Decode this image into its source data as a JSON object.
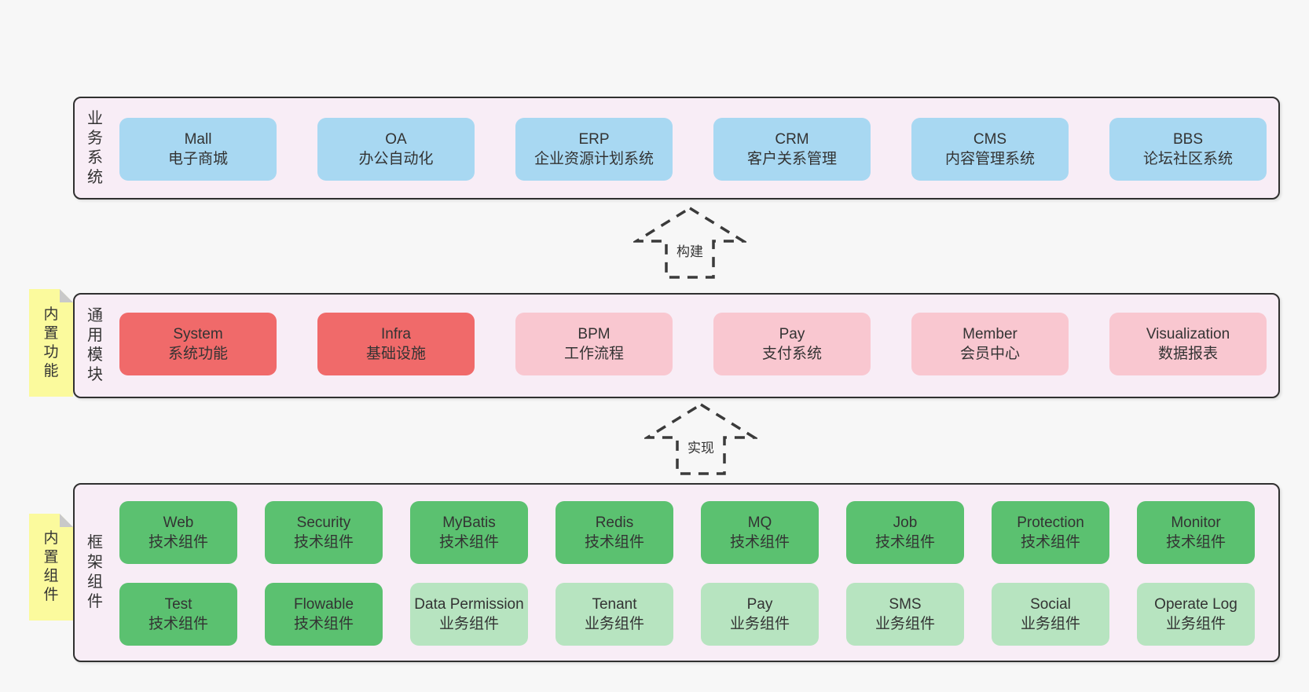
{
  "diagram": {
    "layers": [
      {
        "label": "业务系统",
        "boxes": [
          {
            "title": "Mall",
            "subtitle": "电子商城"
          },
          {
            "title": "OA",
            "subtitle": "办公自动化"
          },
          {
            "title": "ERP",
            "subtitle": "企业资源计划系统"
          },
          {
            "title": "CRM",
            "subtitle": "客户关系管理"
          },
          {
            "title": "CMS",
            "subtitle": "内容管理系统"
          },
          {
            "title": "BBS",
            "subtitle": "论坛社区系统"
          }
        ]
      },
      {
        "label": "通用模块",
        "note": "内置功能",
        "boxes": [
          {
            "title": "System",
            "subtitle": "系统功能"
          },
          {
            "title": "Infra",
            "subtitle": "基础设施"
          },
          {
            "title": "BPM",
            "subtitle": "工作流程"
          },
          {
            "title": "Pay",
            "subtitle": "支付系统"
          },
          {
            "title": "Member",
            "subtitle": "会员中心"
          },
          {
            "title": "Visualization",
            "subtitle": "数据报表"
          }
        ]
      },
      {
        "label": "框架组件",
        "note": "内置组件",
        "rows": [
          {
            "boxes": [
              {
                "title": "Web",
                "subtitle": "技术组件"
              },
              {
                "title": "Security",
                "subtitle": "技术组件"
              },
              {
                "title": "MyBatis",
                "subtitle": "技术组件"
              },
              {
                "title": "Redis",
                "subtitle": "技术组件"
              },
              {
                "title": "MQ",
                "subtitle": "技术组件"
              },
              {
                "title": "Job",
                "subtitle": "技术组件"
              },
              {
                "title": "Protection",
                "subtitle": "技术组件"
              },
              {
                "title": "Monitor",
                "subtitle": "技术组件"
              }
            ]
          },
          {
            "boxes": [
              {
                "title": "Test",
                "subtitle": "技术组件"
              },
              {
                "title": "Flowable",
                "subtitle": "技术组件"
              },
              {
                "title": "Data Permission",
                "subtitle": "业务组件"
              },
              {
                "title": "Tenant",
                "subtitle": "业务组件"
              },
              {
                "title": "Pay",
                "subtitle": "业务组件"
              },
              {
                "title": "SMS",
                "subtitle": "业务组件"
              },
              {
                "title": "Social",
                "subtitle": "业务组件"
              },
              {
                "title": "Operate Log",
                "subtitle": "业务组件"
              }
            ]
          }
        ]
      }
    ],
    "arrows": [
      {
        "label": "构建"
      },
      {
        "label": "实现"
      }
    ],
    "colors": {
      "page_background": "#f7f7f7",
      "layer_background": "#f8edf6",
      "layer_border": "#303030",
      "business_box": "#a8d8f2",
      "core_module_box": "#f06a6a",
      "optional_module_box": "#f9c7d0",
      "tech_component_box": "#5bc170",
      "biz_component_box": "#b7e4c0",
      "note_background": "#fbfa9d",
      "text": "#333333"
    }
  }
}
